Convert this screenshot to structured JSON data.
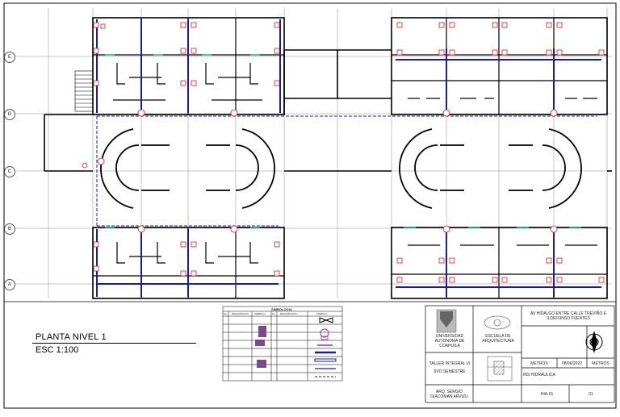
{
  "drawing": {
    "title": "PLANTA NIVEL 1",
    "scale": "ESC 1:100",
    "axes": [
      "E",
      "D",
      "C",
      "B",
      "A"
    ]
  },
  "legend": {
    "title": "SIMBOLOGIA",
    "headers": [
      "No.",
      "DESCRIPCION",
      "SIMBOLO",
      "No.",
      "DESCRIPCION",
      "SIMBOLO"
    ]
  },
  "title_block": {
    "project": "AV HIDALGO ENTRE CALLE TREVIÑO E ILDEFONSO FUENTES",
    "university": "UNIVERSIDAD AUTONOMA DE COAHUILA",
    "school": "ESCUELA DE ARQUITECTURA",
    "course": "TALLER INTEGRAL VI",
    "semester": "6VO SEMESTRE",
    "teacher": "ARQ. SERGIO GIACOMAN ARVIZU",
    "units": "METROS",
    "date": "08/06/2022",
    "units2": "METROS",
    "content": "INS HIDRAULICA",
    "sheet_code": "IHA-01",
    "sheet_number": "01"
  },
  "colors": {
    "walls": "#000000",
    "hydraulic": "#1a1aa6",
    "fixtures": "#e01919",
    "accent": "#00c2a8",
    "grid": "#8a8a8a",
    "symbol_purple": "#9b2fa3"
  }
}
